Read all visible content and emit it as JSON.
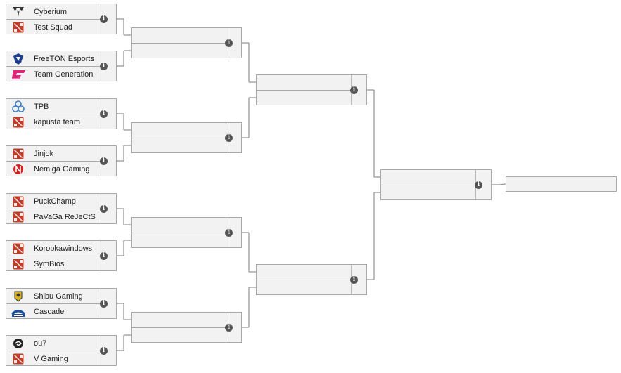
{
  "colors": {
    "line": "#999999",
    "match_bg": "#f2f2f2",
    "match_border": "#aaaaaa",
    "info_icon_bg": "#555555"
  },
  "info_glyph": "i",
  "round1": [
    {
      "team1": {
        "name": "Cyberium",
        "logo": "cyberium-logo-icon"
      },
      "team2": {
        "name": "Test Squad",
        "logo": "dota2-icon"
      }
    },
    {
      "team1": {
        "name": "FreeTON Esports",
        "logo": "freeton-logo-icon"
      },
      "team2": {
        "name": "Team Generation",
        "logo": "team-generation-logo-icon"
      }
    },
    {
      "team1": {
        "name": "TPB",
        "logo": "tpb-logo-icon"
      },
      "team2": {
        "name": "kapusta team",
        "logo": "dota2-icon"
      }
    },
    {
      "team1": {
        "name": "Jinjok",
        "logo": "dota2-icon"
      },
      "team2": {
        "name": "Nemiga Gaming",
        "logo": "nemiga-logo-icon"
      }
    },
    {
      "team1": {
        "name": "PuckChamp",
        "logo": "dota2-icon"
      },
      "team2": {
        "name": "PaVaGa ReJeCtS",
        "logo": "dota2-icon"
      }
    },
    {
      "team1": {
        "name": "Korobkawindows",
        "logo": "dota2-icon"
      },
      "team2": {
        "name": "SymBios",
        "logo": "dota2-icon"
      }
    },
    {
      "team1": {
        "name": "Shibu Gaming",
        "logo": "shibu-logo-icon"
      },
      "team2": {
        "name": "Cascade",
        "logo": "cascade-logo-icon"
      }
    },
    {
      "team1": {
        "name": "ou7",
        "logo": "ou7-logo-icon"
      },
      "team2": {
        "name": "V Gaming",
        "logo": "dota2-icon"
      }
    }
  ],
  "round2": [
    {
      "team1": {
        "name": ""
      },
      "team2": {
        "name": ""
      }
    },
    {
      "team1": {
        "name": ""
      },
      "team2": {
        "name": ""
      }
    },
    {
      "team1": {
        "name": ""
      },
      "team2": {
        "name": ""
      }
    },
    {
      "team1": {
        "name": ""
      },
      "team2": {
        "name": ""
      }
    }
  ],
  "round3": [
    {
      "team1": {
        "name": ""
      },
      "team2": {
        "name": ""
      }
    },
    {
      "team1": {
        "name": ""
      },
      "team2": {
        "name": ""
      }
    }
  ],
  "round4": [
    {
      "team1": {
        "name": ""
      },
      "team2": {
        "name": ""
      }
    }
  ],
  "champion": {
    "name": ""
  }
}
